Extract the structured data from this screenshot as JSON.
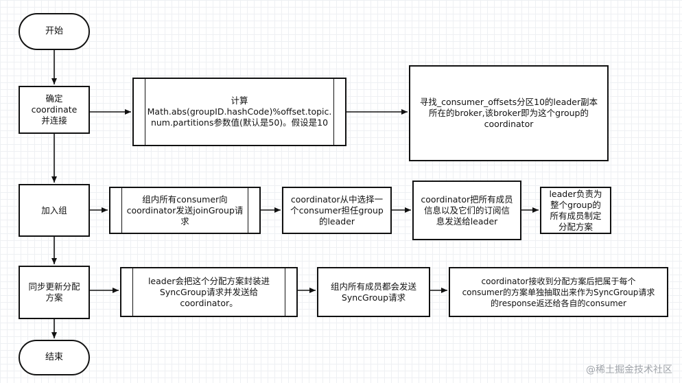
{
  "nodes": {
    "start": "开始",
    "determine": "确定\ncoordinate\n并连接",
    "compute": "计算\nMath.abs(groupID.hashCode)%offset.topic.\nnum.partitions参数值(默认是50)。假设是10",
    "find_leader": "寻找_consumer_offsets分区10的leader副本\n所在的broker,该broker即为这个group的\ncoordinator",
    "join_group": "加入组",
    "send_join": "组内所有consumer向\ncoordinator发送joinGroup请\n求",
    "choose_leader": "coordinator从中选择一\n个consumer担任group\n的leader",
    "send_info": "coordinator把所有成员\n信息以及它们的订阅信\n息发送给leader",
    "leader_plan": "leader负责为\n整个group的\n所有成员制定\n分配方案",
    "sync_plan": "同步更新分配\n方案",
    "leader_sync": "leader会把这个分配方案封装进\nSyncGroup请求并发送给\ncoordinator。",
    "members_sync": "组内所有成员都会发送\nSyncGroup请求",
    "coordinator_reply": "coordinator接收到分配方案后把属于每个\nconsumer的方案单独抽取出来作为SyncGroup请求\n的response返还给各自的consumer",
    "end": "结束"
  },
  "watermark": "@稀土掘金技术社区"
}
